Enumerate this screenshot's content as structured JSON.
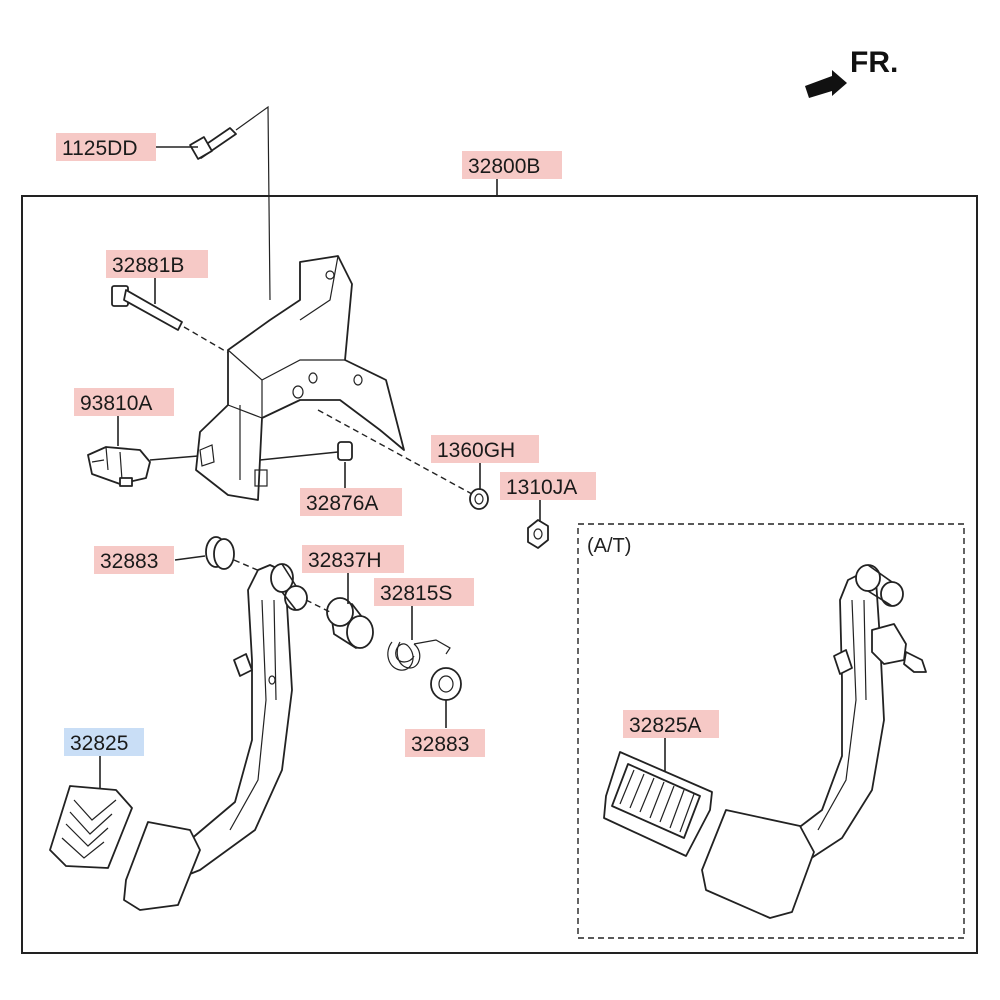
{
  "direction": {
    "label": "FR."
  },
  "section": {
    "label": "(A/T)"
  },
  "colors": {
    "label_fill": "#f6c9c6",
    "highlight_fill": "#c9def6"
  },
  "labels": {
    "p1125DD": "1125DD",
    "p32800B": "32800B",
    "p32881B": "32881B",
    "p93810A": "93810A",
    "p1360GH": "1360GH",
    "p1310JA": "1310JA",
    "p32876A": "32876A",
    "p32883_top": "32883",
    "p32837H": "32837H",
    "p32815S": "32815S",
    "p32883_bottom": "32883",
    "p32825": "32825",
    "p32825A": "32825A"
  }
}
